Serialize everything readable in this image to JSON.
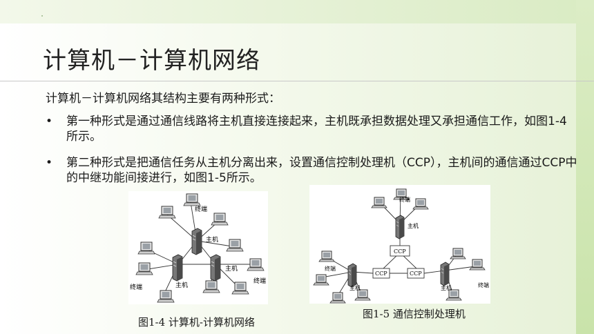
{
  "title": "计算机－计算机网络",
  "intro": "计算机－计算机网络其结构主要有两种形式：",
  "bullets": [
    {
      "mark": "•",
      "text": "第一种形式是通过通信线路将主机直接连接起来，主机既承担数据处理又承担通信工作，如图1-4所示。"
    },
    {
      "mark": "•",
      "text": "第二种形式是把通信任务从主机分离出来，设置通信控制处理机（CCP），主机间的通信通过CCP中的中继功能间接进行，如图1-5所示。"
    }
  ],
  "figures": [
    {
      "caption": "图1-4  计算机-计算机网络",
      "labels": {
        "terminal": "终端",
        "host": "主机"
      }
    },
    {
      "caption": "图1-5  通信控制处理机",
      "labels": {
        "terminal": "终端",
        "host": "主机",
        "ccp": "CCP"
      }
    }
  ],
  "colors": {
    "accent_green": "#d9ebc3",
    "text": "#1a1a1a"
  }
}
